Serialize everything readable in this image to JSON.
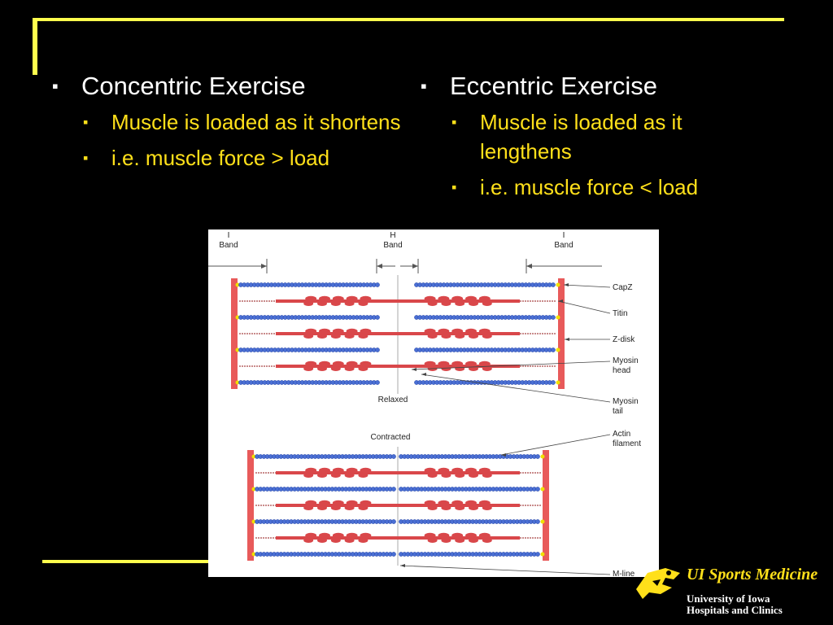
{
  "slide": {
    "left": {
      "heading": "Concentric Exercise",
      "bullets": [
        "Muscle is loaded as it shortens",
        "i.e. muscle force > load"
      ]
    },
    "right": {
      "heading": "Eccentric Exercise",
      "bullets": [
        "Muscle is loaded as it lengthens",
        "i.e. muscle force < load"
      ]
    },
    "bullet_glyph_1": "▪",
    "bullet_glyph_2": "▪"
  },
  "diagram": {
    "band_labels": [
      "I\nBand",
      "H\nBand",
      "I\nBand"
    ],
    "state_labels": {
      "relaxed": "Relaxed",
      "contracted": "Contracted"
    },
    "callouts": [
      "CapZ",
      "Titin",
      "Z-disk",
      "Myosin\nhead",
      "Myosin\ntail",
      "Actin\nfilament",
      "M-line"
    ]
  },
  "logo": {
    "title": "UI Sports Medicine",
    "line1": "University of Iowa",
    "line2": "Hospitals and Clinics"
  },
  "colors": {
    "background": "#000000",
    "accent_yellow": "#ffff4d",
    "subtext_yellow": "#ffe01a",
    "actin_blue": "#4a6fd4",
    "myosin_red": "#d9474a",
    "zdisk_red": "#e85a5a"
  }
}
